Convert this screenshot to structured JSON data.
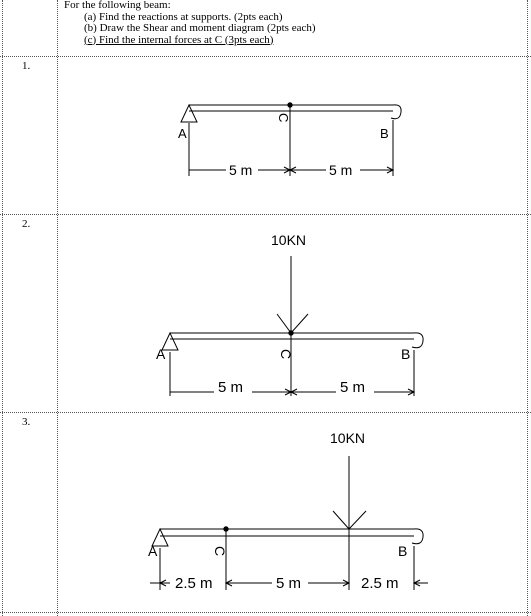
{
  "header": {
    "intro": "For the following beam:",
    "items": [
      "(a)  Find the reactions at supports. (2pts each)",
      "(b)  Draw the Shear and moment diagram (2pts each)",
      "(c)  Find the internal forces at C (3pts each)"
    ]
  },
  "problems": [
    {
      "number": "1.",
      "labels": {
        "a": "A",
        "b": "B",
        "c": "C"
      },
      "dims": [
        "5 m",
        "5 m"
      ]
    },
    {
      "number": "2.",
      "load": "10KN",
      "labels": {
        "a": "A",
        "b": "B",
        "c": "C"
      },
      "dims": [
        "5 m",
        "5 m"
      ]
    },
    {
      "number": "3.",
      "load": "10KN",
      "labels": {
        "a": "A",
        "b": "B",
        "c": "C"
      },
      "dims": [
        "2.5 m",
        "5 m",
        "2.5 m"
      ]
    }
  ]
}
